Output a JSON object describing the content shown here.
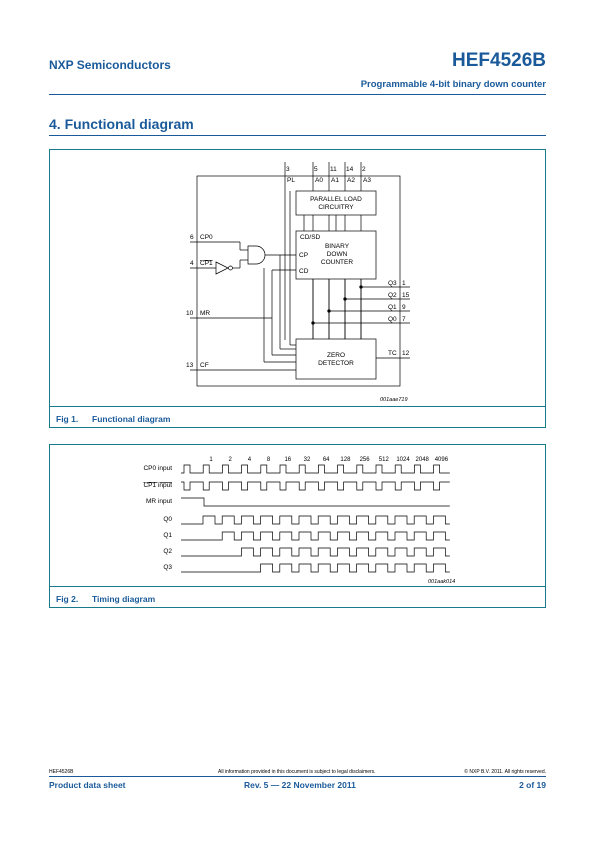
{
  "header": {
    "company": "NXP Semiconductors",
    "part_number": "HEF4526B",
    "subtitle": "Programmable 4-bit binary down counter"
  },
  "section": {
    "title": "4.   Functional diagram"
  },
  "figure1": {
    "caption_num": "Fig 1.",
    "caption_text": "Functional diagram",
    "code": "001aae719",
    "top_pins": [
      {
        "num": "3",
        "label": "PL"
      },
      {
        "num": "5",
        "label": "A0"
      },
      {
        "num": "11",
        "label": "A1"
      },
      {
        "num": "14",
        "label": "A2"
      },
      {
        "num": "2",
        "label": "A3"
      }
    ],
    "left_pins": [
      {
        "num": "6",
        "label": "CP0"
      },
      {
        "num": "4",
        "label": "CP1"
      },
      {
        "num": "10",
        "label": "MR"
      },
      {
        "num": "13",
        "label": "CF"
      }
    ],
    "right_pins": [
      {
        "label": "Q3",
        "num": "1"
      },
      {
        "label": "Q2",
        "num": "15"
      },
      {
        "label": "Q1",
        "num": "9"
      },
      {
        "label": "Q0",
        "num": "7"
      },
      {
        "label": "TC",
        "num": "12"
      }
    ],
    "blocks": {
      "parallel_load": [
        "PARALLEL LOAD",
        "CIRCUITRY"
      ],
      "counter": [
        "BINARY",
        "DOWN",
        "COUNTER"
      ],
      "counter_pins": [
        "CD/SD",
        "CP",
        "CD"
      ],
      "zero": [
        "ZERO",
        "DETECTOR"
      ]
    }
  },
  "figure2": {
    "caption_num": "Fig 2.",
    "caption_text": "Timing diagram",
    "code": "001aak014",
    "counts": [
      "1",
      "2",
      "4",
      "8",
      "16",
      "32",
      "64",
      "128",
      "256",
      "512",
      "1024",
      "2048",
      "4096"
    ],
    "signals": [
      "CP0 input",
      "CP1 input",
      "MR input",
      "Q0",
      "Q1",
      "Q2",
      "Q3"
    ]
  },
  "footer": {
    "small_left": "HEF4526B",
    "small_center": "All information provided in this document is subject to legal disclaimers.",
    "small_right": "© NXP B.V. 2011. All rights reserved.",
    "left": "Product data sheet",
    "center": "Rev. 5 — 22 November 2011",
    "right": "2 of 19"
  },
  "colors": {
    "brand": "#1a5a9a",
    "frame": "#1a7a8a"
  }
}
